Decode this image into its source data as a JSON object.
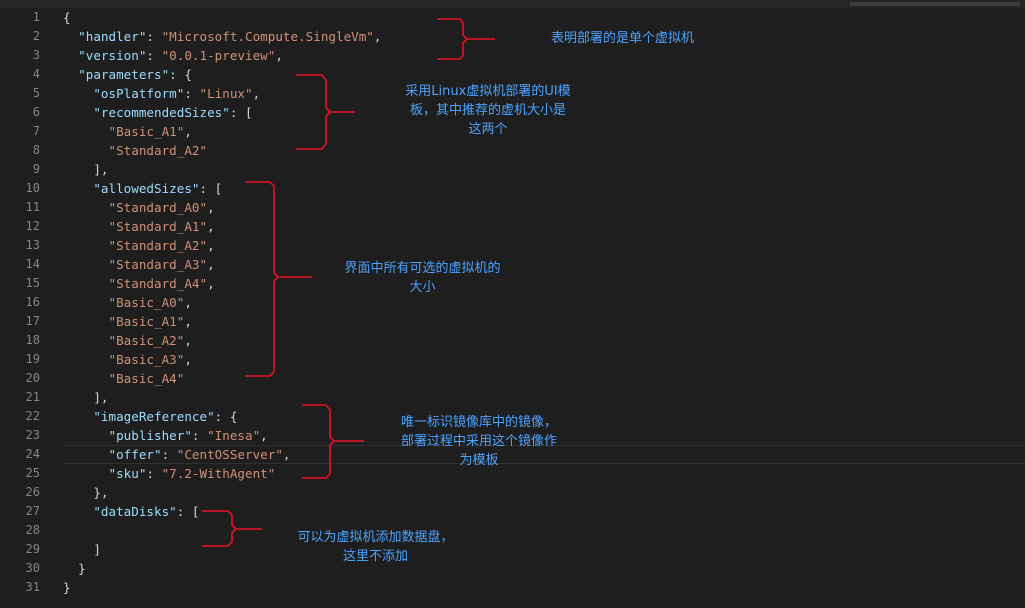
{
  "editor": {
    "lines": [
      {
        "n": "1",
        "tokens": [
          {
            "t": "{",
            "c": "p"
          }
        ]
      },
      {
        "n": "2",
        "tokens": [
          {
            "t": "  ",
            "c": "p"
          },
          {
            "t": "\"handler\"",
            "c": "k"
          },
          {
            "t": ": ",
            "c": "p"
          },
          {
            "t": "\"Microsoft.Compute.SingleVm\"",
            "c": "s"
          },
          {
            "t": ",",
            "c": "p"
          }
        ]
      },
      {
        "n": "3",
        "tokens": [
          {
            "t": "  ",
            "c": "p"
          },
          {
            "t": "\"version\"",
            "c": "k"
          },
          {
            "t": ": ",
            "c": "p"
          },
          {
            "t": "\"0.0.1-preview\"",
            "c": "s"
          },
          {
            "t": ",",
            "c": "p"
          }
        ]
      },
      {
        "n": "4",
        "tokens": [
          {
            "t": "  ",
            "c": "p"
          },
          {
            "t": "\"parameters\"",
            "c": "k"
          },
          {
            "t": ": {",
            "c": "p"
          }
        ]
      },
      {
        "n": "5",
        "tokens": [
          {
            "t": "    ",
            "c": "p"
          },
          {
            "t": "\"osPlatform\"",
            "c": "k"
          },
          {
            "t": ": ",
            "c": "p"
          },
          {
            "t": "\"Linux\"",
            "c": "s"
          },
          {
            "t": ",",
            "c": "p"
          }
        ]
      },
      {
        "n": "6",
        "tokens": [
          {
            "t": "    ",
            "c": "p"
          },
          {
            "t": "\"recommendedSizes\"",
            "c": "k"
          },
          {
            "t": ": [",
            "c": "p"
          }
        ]
      },
      {
        "n": "7",
        "tokens": [
          {
            "t": "      ",
            "c": "p"
          },
          {
            "t": "\"Basic_A1\"",
            "c": "s"
          },
          {
            "t": ",",
            "c": "p"
          }
        ]
      },
      {
        "n": "8",
        "tokens": [
          {
            "t": "      ",
            "c": "p"
          },
          {
            "t": "\"Standard_A2\"",
            "c": "s"
          }
        ]
      },
      {
        "n": "9",
        "tokens": [
          {
            "t": "    ],",
            "c": "p"
          }
        ]
      },
      {
        "n": "10",
        "tokens": [
          {
            "t": "    ",
            "c": "p"
          },
          {
            "t": "\"allowedSizes\"",
            "c": "k"
          },
          {
            "t": ": [",
            "c": "p"
          }
        ]
      },
      {
        "n": "11",
        "tokens": [
          {
            "t": "      ",
            "c": "p"
          },
          {
            "t": "\"Standard_A0\"",
            "c": "s"
          },
          {
            "t": ",",
            "c": "p"
          }
        ]
      },
      {
        "n": "12",
        "tokens": [
          {
            "t": "      ",
            "c": "p"
          },
          {
            "t": "\"Standard_A1\"",
            "c": "s"
          },
          {
            "t": ",",
            "c": "p"
          }
        ]
      },
      {
        "n": "13",
        "tokens": [
          {
            "t": "      ",
            "c": "p"
          },
          {
            "t": "\"Standard_A2\"",
            "c": "s"
          },
          {
            "t": ",",
            "c": "p"
          }
        ]
      },
      {
        "n": "14",
        "tokens": [
          {
            "t": "      ",
            "c": "p"
          },
          {
            "t": "\"Standard_A3\"",
            "c": "s"
          },
          {
            "t": ",",
            "c": "p"
          }
        ]
      },
      {
        "n": "15",
        "tokens": [
          {
            "t": "      ",
            "c": "p"
          },
          {
            "t": "\"Standard_A4\"",
            "c": "s"
          },
          {
            "t": ",",
            "c": "p"
          }
        ]
      },
      {
        "n": "16",
        "tokens": [
          {
            "t": "      ",
            "c": "p"
          },
          {
            "t": "\"Basic_A0\"",
            "c": "s"
          },
          {
            "t": ",",
            "c": "p"
          }
        ]
      },
      {
        "n": "17",
        "tokens": [
          {
            "t": "      ",
            "c": "p"
          },
          {
            "t": "\"Basic_A1\"",
            "c": "s"
          },
          {
            "t": ",",
            "c": "p"
          }
        ]
      },
      {
        "n": "18",
        "tokens": [
          {
            "t": "      ",
            "c": "p"
          },
          {
            "t": "\"Basic_A2\"",
            "c": "s"
          },
          {
            "t": ",",
            "c": "p"
          }
        ]
      },
      {
        "n": "19",
        "tokens": [
          {
            "t": "      ",
            "c": "p"
          },
          {
            "t": "\"Basic_A3\"",
            "c": "s"
          },
          {
            "t": ",",
            "c": "p"
          }
        ]
      },
      {
        "n": "20",
        "tokens": [
          {
            "t": "      ",
            "c": "p"
          },
          {
            "t": "\"Basic_A4\"",
            "c": "s"
          }
        ]
      },
      {
        "n": "21",
        "tokens": [
          {
            "t": "    ],",
            "c": "p"
          }
        ]
      },
      {
        "n": "22",
        "tokens": [
          {
            "t": "    ",
            "c": "p"
          },
          {
            "t": "\"imageReference\"",
            "c": "k"
          },
          {
            "t": ": {",
            "c": "p"
          }
        ]
      },
      {
        "n": "23",
        "tokens": [
          {
            "t": "      ",
            "c": "p"
          },
          {
            "t": "\"publisher\"",
            "c": "k"
          },
          {
            "t": ": ",
            "c": "p"
          },
          {
            "t": "\"Inesa\"",
            "c": "s"
          },
          {
            "t": ",",
            "c": "p"
          }
        ]
      },
      {
        "n": "24",
        "tokens": [
          {
            "t": "      ",
            "c": "p"
          },
          {
            "t": "\"offer\"",
            "c": "k"
          },
          {
            "t": ": ",
            "c": "p"
          },
          {
            "t": "\"CentOSServer\"",
            "c": "s"
          },
          {
            "t": ",",
            "c": "p"
          }
        ],
        "active": true
      },
      {
        "n": "25",
        "tokens": [
          {
            "t": "      ",
            "c": "p"
          },
          {
            "t": "\"sku\"",
            "c": "k"
          },
          {
            "t": ": ",
            "c": "p"
          },
          {
            "t": "\"7.2-WithAgent\"",
            "c": "s"
          }
        ]
      },
      {
        "n": "26",
        "tokens": [
          {
            "t": "    },",
            "c": "p"
          }
        ]
      },
      {
        "n": "27",
        "tokens": [
          {
            "t": "    ",
            "c": "p"
          },
          {
            "t": "\"dataDisks\"",
            "c": "k"
          },
          {
            "t": ": [",
            "c": "p"
          }
        ]
      },
      {
        "n": "28",
        "tokens": []
      },
      {
        "n": "29",
        "tokens": [
          {
            "t": "    ]",
            "c": "p"
          }
        ]
      },
      {
        "n": "30",
        "tokens": [
          {
            "t": "  }",
            "c": "p"
          }
        ]
      },
      {
        "n": "31",
        "tokens": [
          {
            "t": "}",
            "c": "p"
          }
        ]
      }
    ]
  },
  "annotations": {
    "single_vm": [
      "表明部署的是单个虚拟机"
    ],
    "linux_template": [
      "采用Linux虚拟机部署的UI模",
      "板，其中推荐的虚机大小是",
      "这两个"
    ],
    "allowed_sizes": [
      "界面中所有可选的虚拟机的",
      "大小"
    ],
    "image_reference": [
      "唯一标识镜像库中的镜像，",
      "部署过程中采用这个镜像作",
      "为模板"
    ],
    "data_disks": [
      "可以为虚拟机添加数据盘，",
      "这里不添加"
    ]
  },
  "colors": {
    "background": "#1e1e1e",
    "line_number": "#858585",
    "json_key": "#9cdcfe",
    "json_string": "#ce9178",
    "punctuation": "#d4d4d4",
    "annotation_text": "#4da3ff",
    "bracket_marker": "#e81123"
  }
}
